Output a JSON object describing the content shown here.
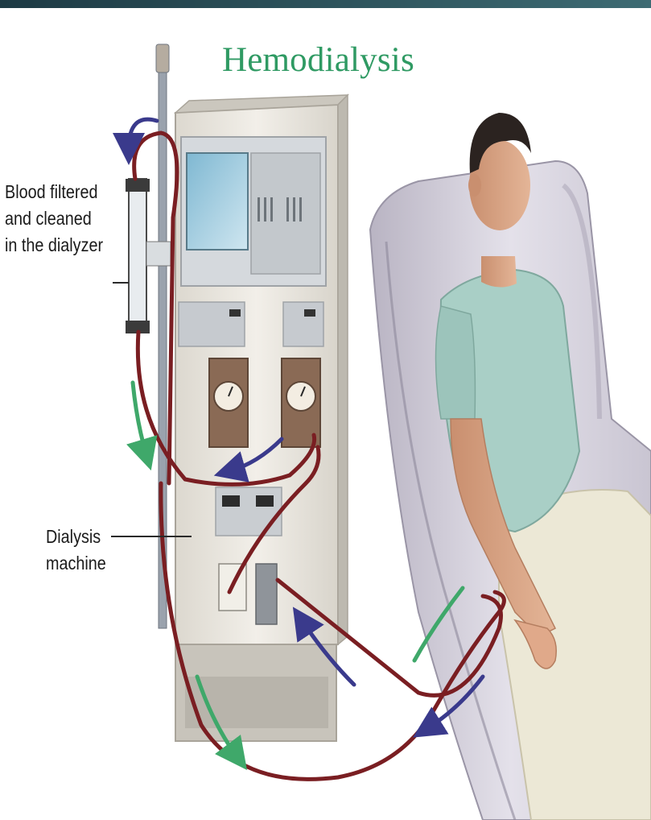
{
  "title": "Hemodialysis",
  "labels": {
    "dialyzer": "Blood filtered and cleaned in the dialyzer",
    "dialyzer_lines": [
      "Blood filtered",
      "and cleaned",
      "in the dialyzer"
    ],
    "machine_lines": [
      "Dialysis",
      "machine"
    ]
  },
  "colors": {
    "title": "#2f9a63",
    "blood_tube": "#7a1e22",
    "flow_blue": "#3a3a8c",
    "flow_green": "#3fa86a",
    "machine_body": "#e9e6df",
    "gown": "#a9cfc6",
    "chair": "#cfcbd6"
  }
}
